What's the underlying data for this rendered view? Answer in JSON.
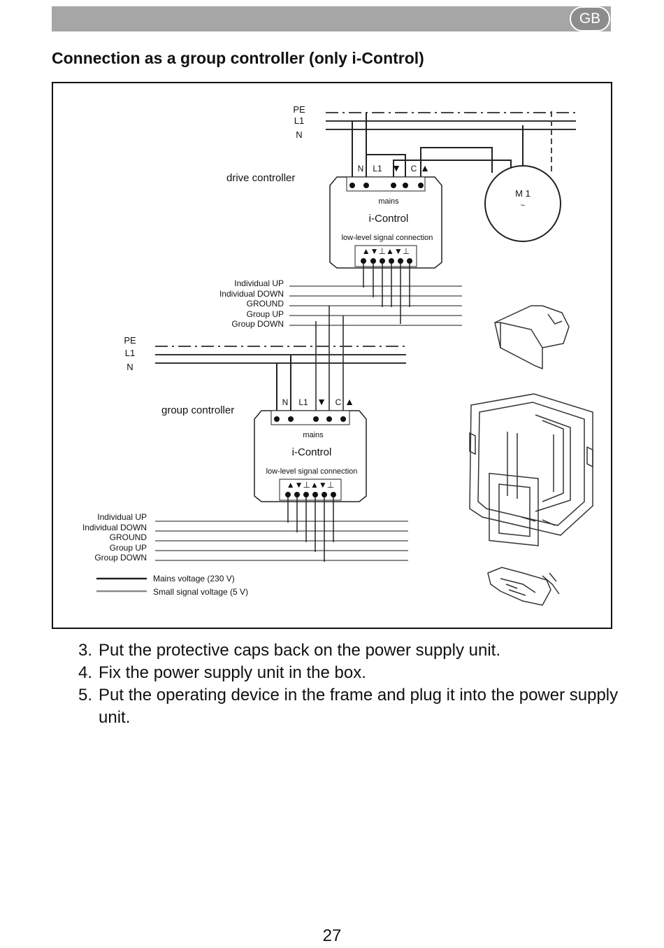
{
  "header": {
    "language_badge": "GB"
  },
  "section_title": "Connection as a group controller (only i-Control)",
  "diagram": {
    "drive": {
      "rail_labels": [
        "PE",
        "L1",
        "N"
      ],
      "controller_label": "drive controller",
      "terminals": [
        "N",
        "L1",
        "▼",
        "C",
        "▲"
      ],
      "mains_label": "mains",
      "device_name": "i-Control",
      "signal_label": "low-level signal connection",
      "signal_symbols": "▲▼⊥▲▼⊥",
      "motor_label": "M 1",
      "motor_symbol": "~",
      "signal_lines": [
        "Individual UP",
        "Individual DOWN",
        "GROUND",
        "Group UP",
        "Group DOWN"
      ]
    },
    "group": {
      "rail_labels": [
        "PE",
        "L1",
        "N"
      ],
      "controller_label": "group controller",
      "terminals": [
        "N",
        "L1",
        "▼",
        "C",
        "▲"
      ],
      "mains_label": "mains",
      "device_name": "i-Control",
      "signal_label": "low-level signal connection",
      "signal_symbols": "▲▼⊥▲▼⊥",
      "signal_lines": [
        "Individual UP",
        "Individual DOWN",
        "GROUND",
        "Group UP",
        "Group DOWN"
      ]
    },
    "legend": [
      {
        "label": "Mains voltage (230 V)",
        "color": "#222222"
      },
      {
        "label": "Small signal voltage (5 V)",
        "color": "#8a8a8a"
      }
    ]
  },
  "steps": [
    {
      "number": "3.",
      "text": "Put the protective caps back on the power supply unit."
    },
    {
      "number": "4.",
      "text": "Fix the power supply unit in the box."
    },
    {
      "number": "5.",
      "text": "Put the operating device in the frame and plug it into the power supply unit."
    }
  ],
  "page_number": "27"
}
